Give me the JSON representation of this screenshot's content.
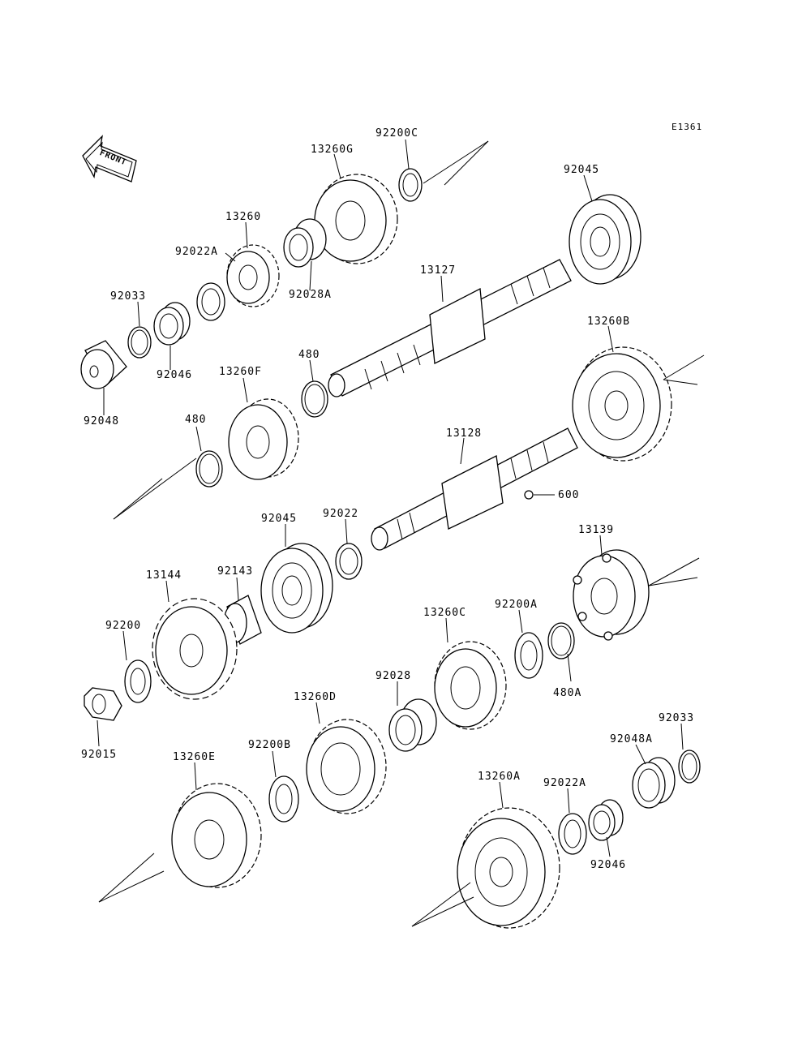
{
  "diagram_code": "E1361",
  "front_label": "FRONT",
  "parts": {
    "p92200C": "92200C",
    "p13260G": "13260G",
    "p92045a": "92045",
    "p13260": "13260",
    "p92022A": "92022A",
    "p92028A": "92028A",
    "p92033a": "92033",
    "p13127": "13127",
    "p92046a": "92046",
    "p480a": "480",
    "p13260B": "13260B",
    "p13260F": "13260F",
    "p92048": "92048",
    "p480b": "480",
    "p13128": "13128",
    "p600": "600",
    "p92045b": "92045",
    "p92022": "92022",
    "p13139": "13139",
    "p13144": "13144",
    "p92143": "92143",
    "p13260C": "13260C",
    "p92200A": "92200A",
    "p92200": "92200",
    "p92028": "92028",
    "p480A": "480A",
    "p13260D": "13260D",
    "p92033b": "92033",
    "p92015": "92015",
    "p13260E": "13260E",
    "p92200B": "92200B",
    "p92048A": "92048A",
    "p13260A": "13260A",
    "p92022A2": "92022A",
    "p92046b": "92046"
  }
}
